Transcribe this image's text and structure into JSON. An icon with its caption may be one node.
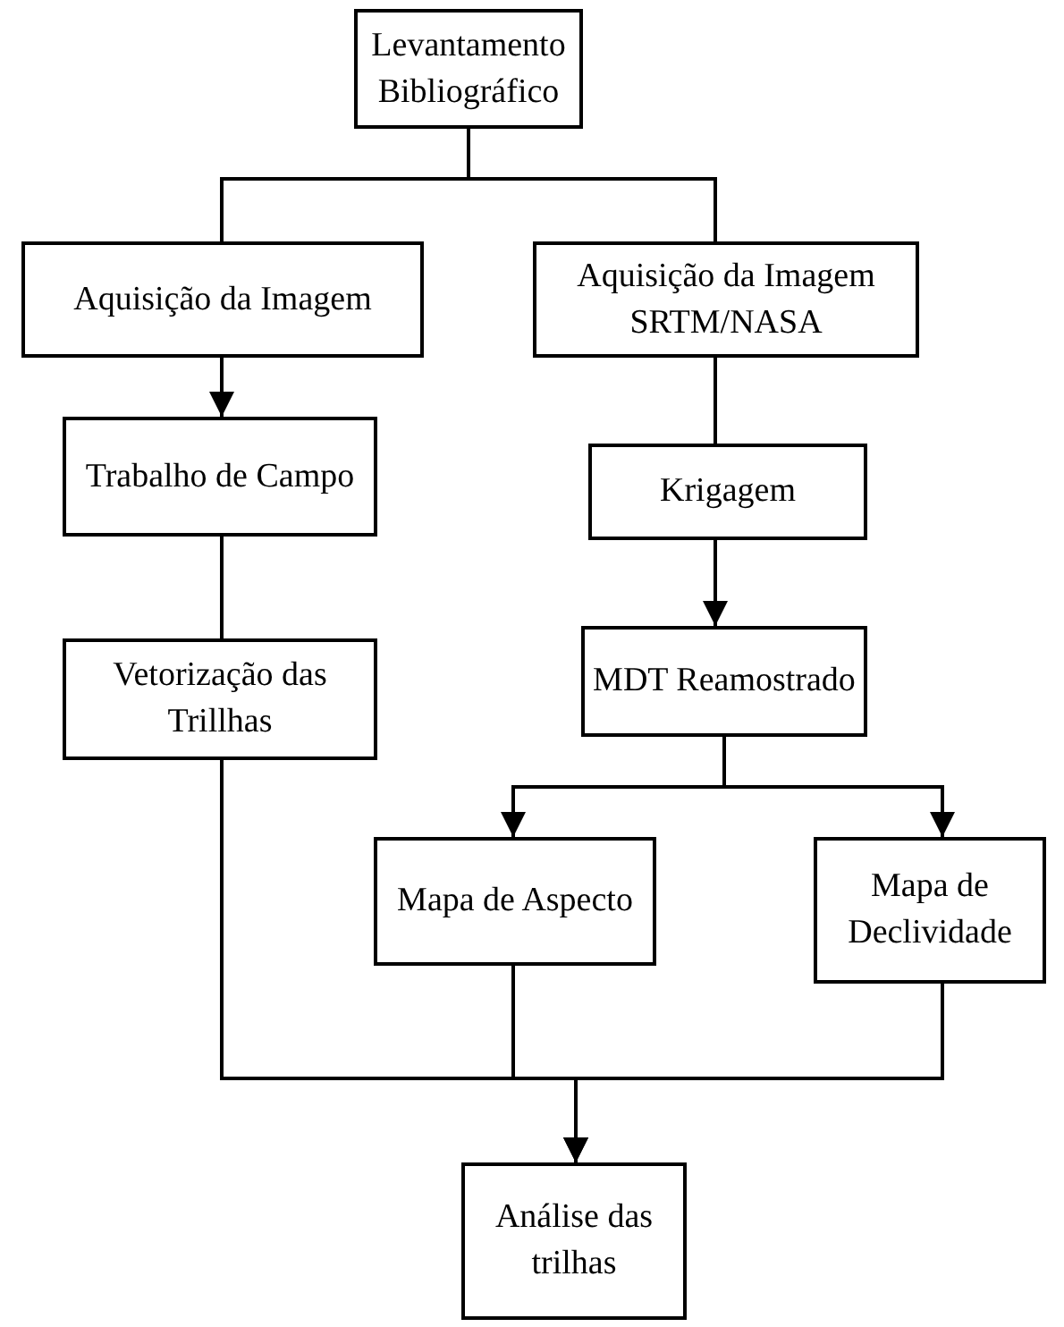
{
  "diagram": {
    "nodes": [
      {
        "text": [
          "Levantamento Bibliográfico"
        ]
      },
      {
        "text": [
          "Aquisição da Imagem"
        ]
      },
      {
        "text": [
          "Aquisição da Imagem SRTM/NASA"
        ]
      },
      {
        "text": [
          "Trabalho de Campo"
        ]
      },
      {
        "text": [
          "Vetorização das Trillhas"
        ]
      },
      {
        "text": [
          "Krigagem"
        ]
      },
      {
        "text": [
          "MDT Reamostrado"
        ]
      },
      {
        "text": [
          "Mapa de Aspecto"
        ]
      },
      {
        "text": [
          "Mapa de Declividade"
        ]
      },
      {
        "text": [
          "Análise das trilhas"
        ]
      }
    ],
    "edges": [
      {
        "from": 0,
        "to": 1,
        "arrow": "none"
      },
      {
        "from": 0,
        "to": 2,
        "arrow": "none"
      },
      {
        "from": 1,
        "to": 3,
        "arrow": "to"
      },
      {
        "from": 2,
        "to": 5,
        "arrow": "none"
      },
      {
        "from": 3,
        "to": 4,
        "arrow": "none"
      },
      {
        "from": 5,
        "to": 6,
        "arrow": "to"
      },
      {
        "from": 6,
        "to": 7,
        "arrow": "to"
      },
      {
        "from": 6,
        "to": 8,
        "arrow": "to"
      },
      {
        "from": 4,
        "to": 9,
        "arrow": "to"
      },
      {
        "from": 7,
        "to": 9,
        "arrow": "to"
      },
      {
        "from": 8,
        "to": 9,
        "arrow": "to"
      }
    ]
  }
}
